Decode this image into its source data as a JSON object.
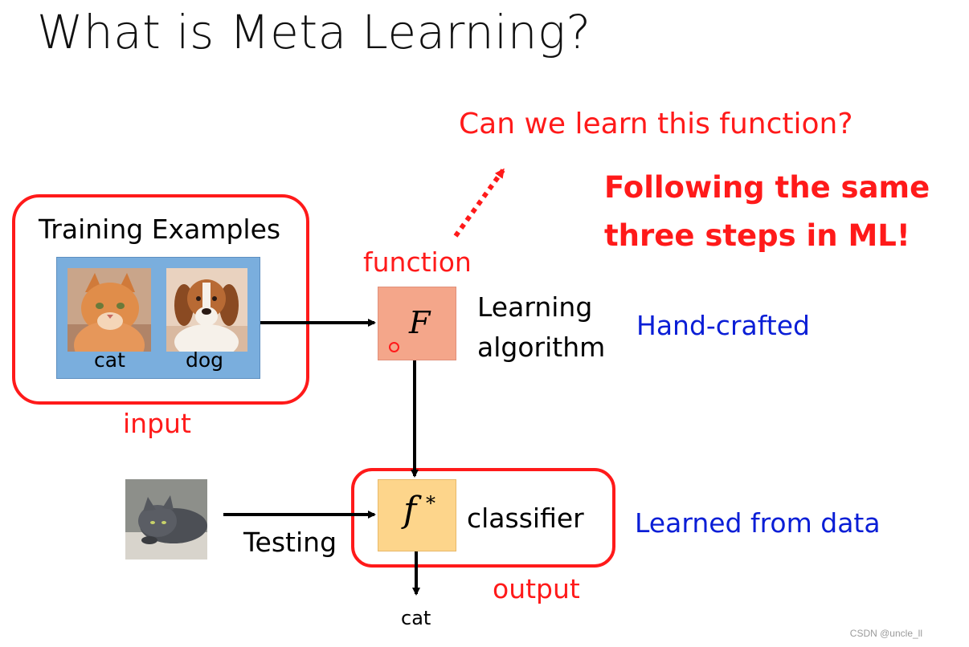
{
  "title": "What is Meta Learning?",
  "question": "Can we learn this function?",
  "emphasis": {
    "line1": "Following the same",
    "line2": "three steps in ML!"
  },
  "labels": {
    "training_examples": "Training Examples",
    "cat_in": "cat",
    "dog_in": "dog",
    "input": "input",
    "function": "function",
    "F_symbol": "F",
    "learning_line1": "Learning",
    "learning_line2": "algorithm",
    "hand_crafted": "Hand-crafted",
    "f_symbol": "f",
    "f_star": "*",
    "classifier": "classifier",
    "learned_from_data": "Learned from data",
    "testing": "Testing",
    "output": "output",
    "cat_out": "cat"
  },
  "watermark": "CSDN @uncle_ll",
  "colors": {
    "accent_red": "#ff1a1a",
    "accent_blue": "#0a1ed6",
    "function_box": "#f4a68a",
    "classifier_box": "#fdd58b",
    "panel_blue": "#7aaedd"
  },
  "images": {
    "training": [
      "cat-photo",
      "dog-photo"
    ],
    "testing": "gray-cat-photo"
  }
}
